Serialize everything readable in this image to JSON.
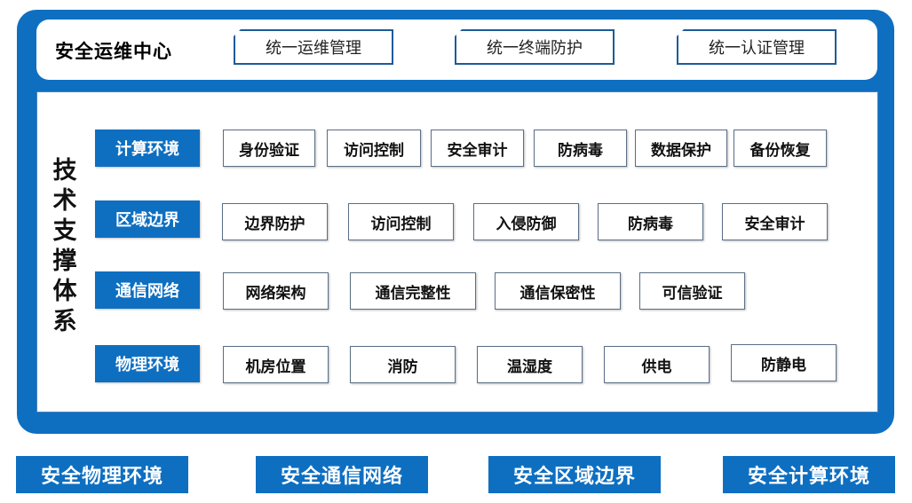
{
  "header": {
    "title": "安全运维中心",
    "buttons": [
      "统一运维管理",
      "统一终端防护",
      "统一认证管理"
    ]
  },
  "support_system": {
    "title_chars": [
      "技",
      "术",
      "支",
      "撑",
      "体",
      "系"
    ],
    "categories": [
      {
        "label": "计算环境",
        "items": [
          "身份验证",
          "访问控制",
          "安全审计",
          "防病毒",
          "数据保护",
          "备份恢复"
        ]
      },
      {
        "label": "区域边界",
        "items": [
          "边界防护",
          "访问控制",
          "入侵防御",
          "防病毒",
          "安全审计"
        ]
      },
      {
        "label": "通信网络",
        "items": [
          "网络架构",
          "通信完整性",
          "通信保密性",
          "可信验证"
        ]
      },
      {
        "label": "物理环境",
        "items": [
          "机房位置",
          "消防",
          "温湿度",
          "供电",
          "防静电"
        ]
      }
    ]
  },
  "bottom_buttons": [
    "安全物理环境",
    "安全通信网络",
    "安全区域边界",
    "安全计算环境"
  ],
  "colors": {
    "primary_blue": "#0e6fc1",
    "border_dark": "#1d5b99"
  }
}
